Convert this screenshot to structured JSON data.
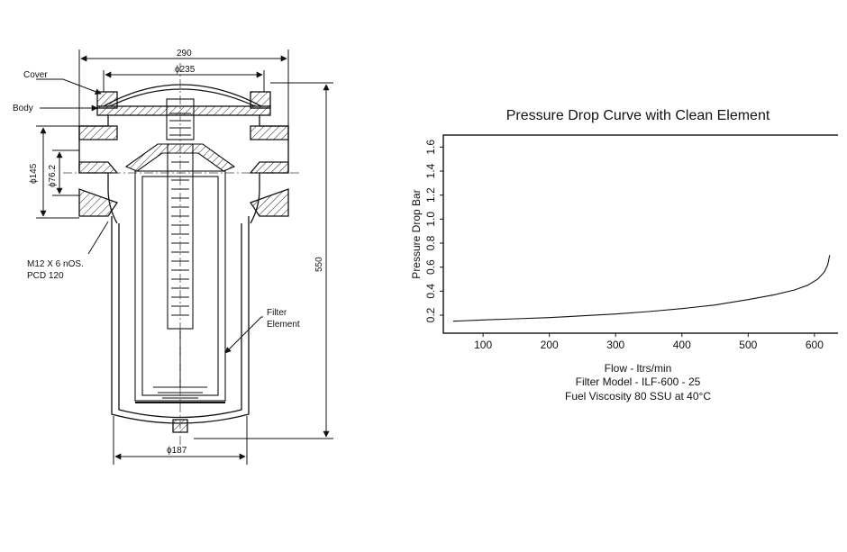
{
  "diagram": {
    "labels": {
      "cover": "Cover",
      "body": "Body",
      "bolts_line1": "M12 X 6 nOS.",
      "bolts_line2": "PCD 120",
      "filter_line1": "Filter",
      "filter_line2": "Element"
    },
    "dimensions": {
      "width_overall": "290",
      "dia_cover": "ϕ235",
      "dia_flange": "ϕ145",
      "dia_bore": "ϕ76.2",
      "height_overall": "550",
      "dia_bottom": "ϕ187"
    }
  },
  "chart_data": {
    "type": "line",
    "title": "Pressure Drop Curve with Clean Element",
    "xlabel": "Flow - ltrs/min",
    "ylabel": "Pressure Drop Bar",
    "caption_line1": "Filter Model - ILF-600 - 25",
    "caption_line2": "Fuel Viscosity 80 SSU at 40°C",
    "x_ticks": [
      100,
      200,
      300,
      400,
      500,
      600
    ],
    "y_ticks": [
      0.2,
      0.4,
      0.6,
      0.8,
      1.0,
      1.2,
      1.4,
      1.6
    ],
    "y_tick_labels": [
      "0.2",
      "0.4",
      "0.6",
      "0.8",
      "1.0",
      "1.2",
      "1.4",
      "1.6"
    ],
    "xlim": [
      40,
      660
    ],
    "ylim": [
      0.05,
      1.7
    ],
    "grid": false,
    "series": [
      {
        "x": [
          55,
          100,
          150,
          200,
          250,
          300,
          350,
          400,
          450,
          500,
          540,
          570,
          590,
          605,
          615,
          620,
          623
        ],
        "y": [
          0.15,
          0.16,
          0.17,
          0.18,
          0.195,
          0.21,
          0.23,
          0.255,
          0.285,
          0.33,
          0.37,
          0.41,
          0.45,
          0.5,
          0.56,
          0.62,
          0.7
        ]
      }
    ],
    "colors": {
      "line": "#111111",
      "frame": "#111111"
    }
  }
}
